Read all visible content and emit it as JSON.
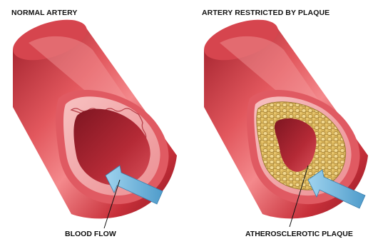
{
  "left_panel": {
    "title": "NORMAL ARTERY",
    "callout": "BLOOD FLOW"
  },
  "right_panel": {
    "title": "ARTERY RESTRICTED BY PLAQUE",
    "callout": "ATHEROSCLEROTIC PLAQUE"
  },
  "colors": {
    "artery_outer": "#c8303a",
    "artery_highlight": "#f07a7e",
    "vessel_wall": "#f4a7a9",
    "lumen": "#b52a36",
    "plaque": "#d9b45a",
    "arrow": "#6fb6dc"
  }
}
